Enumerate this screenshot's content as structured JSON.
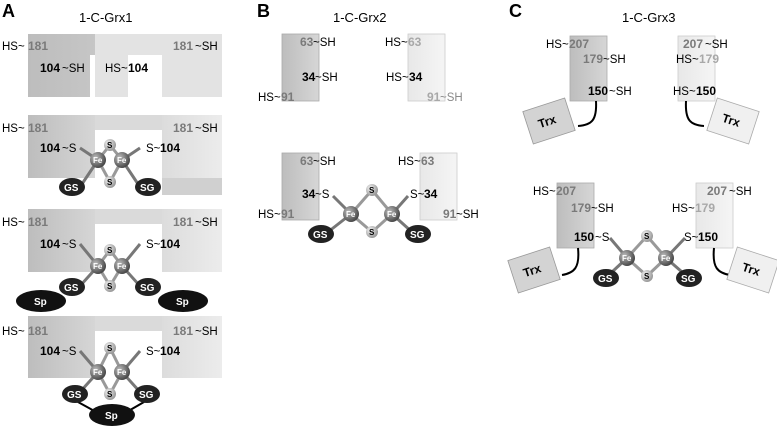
{
  "panels": {
    "A": {
      "letter": "A",
      "title": "1-C-Grx1"
    },
    "B": {
      "letter": "B",
      "title": "1-C-Grx2"
    },
    "C": {
      "letter": "C",
      "title": "1-C-Grx3"
    }
  },
  "labels": {
    "hs": "HS~",
    "sh": "~SH",
    "s_left": "~S",
    "s_right": "S~",
    "fe": "Fe",
    "s": "S",
    "gs": "GS",
    "sg": "SG",
    "sp": "Sp",
    "trx": "Trx"
  },
  "residues": {
    "grx1": {
      "outer": "181",
      "inner": "104"
    },
    "grx2": {
      "top": "63",
      "mid": "34",
      "bottom": "91"
    },
    "grx3": {
      "top": "207",
      "mid": "179",
      "cys": "150"
    }
  }
}
